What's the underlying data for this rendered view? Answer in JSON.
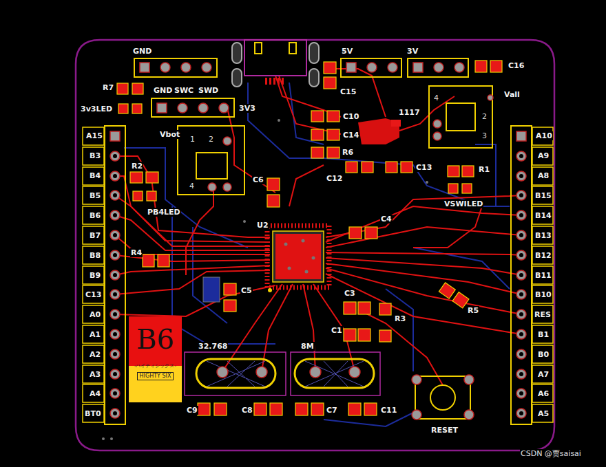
{
  "diagram": {
    "nodes": [
      {
        "text": [
          "B6",
          "-ハイティシックス-",
          "HIGHTY SIX"
        ]
      }
    ],
    "labels": [
      "GND",
      "5V",
      "3V",
      "C16",
      "R7",
      "GND",
      "SWC",
      "SWD",
      "C15",
      "3v3LED",
      "3V3",
      "1117",
      "Vall",
      "C10",
      "A10",
      "A15",
      "Vbot",
      "C14",
      "R6",
      "A9",
      "B3",
      "C12",
      "C13",
      "R1",
      "R2",
      "B4",
      "A8",
      "C6",
      "B5",
      "B15",
      "VSWILED",
      "PB4LED",
      "B6",
      "U2",
      "C4",
      "B14",
      "B7",
      "B13",
      "R4",
      "B8",
      "B12",
      "B9",
      "B11",
      "C5",
      "C13",
      "B10",
      "C3",
      "R5",
      "R3",
      "A0",
      "RES",
      "C1",
      "A1",
      "B1",
      "32.768",
      "8M",
      "A2",
      "B0",
      "A3",
      "A7",
      "A4",
      "A6",
      "BT0",
      "A5",
      "C9",
      "C8",
      "C7",
      "C11",
      "RESET",
      "1",
      "2",
      "4",
      "4",
      "2",
      "3",
      "CSDN @贾saisai"
    ]
  }
}
